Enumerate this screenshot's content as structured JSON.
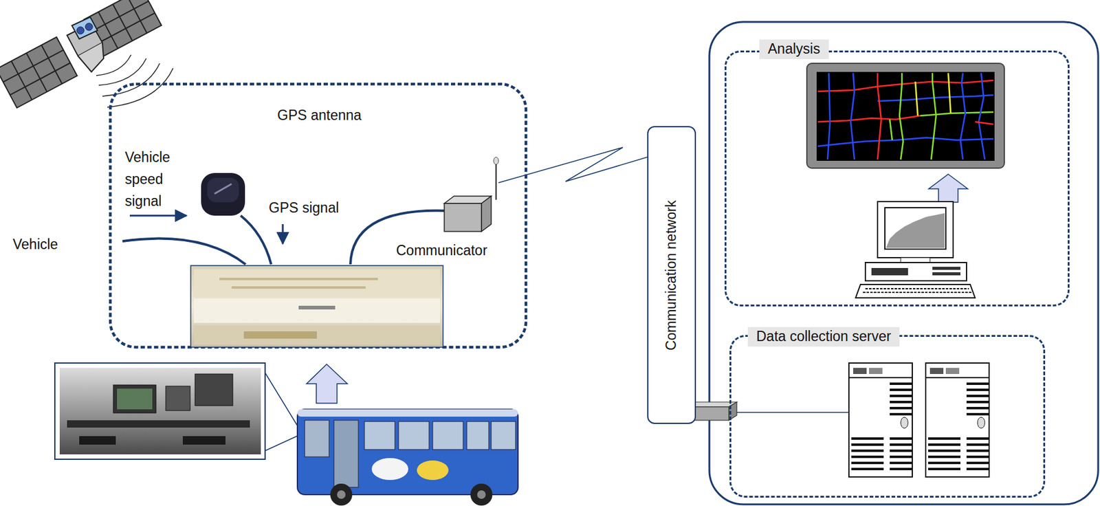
{
  "diagram": {
    "nodes": [
      {
        "text": [
          "Communication network"
        ]
      },
      {
        "text": [
          "Analysis"
        ]
      },
      {
        "text": [
          "Data collection server"
        ]
      }
    ],
    "edges": [
      {
        "from": 0,
        "to": 2,
        "arrow": "none"
      }
    ],
    "labels": [
      "GPS antenna",
      "Vehicle speed signal",
      "GPS signal",
      "Communicator",
      "Vehicle"
    ]
  }
}
